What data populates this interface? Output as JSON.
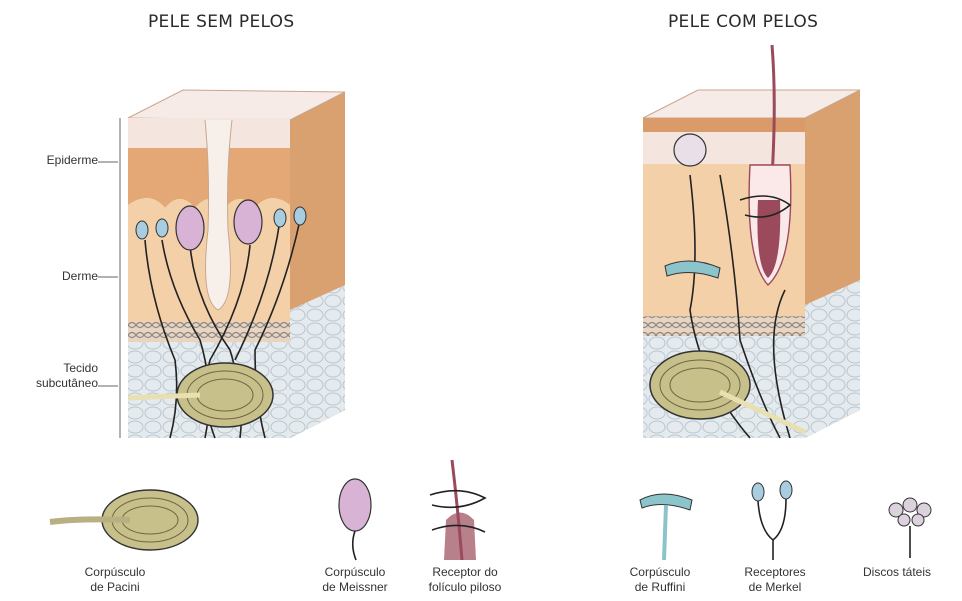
{
  "titles": {
    "left": "PELE SEM PELOS",
    "right": "PELE COM PELOS"
  },
  "layers": {
    "epidermis": "Epiderme",
    "dermis": "Derme",
    "subcutaneous_1": "Tecido",
    "subcutaneous_2": "subcutâneo"
  },
  "receptors": [
    {
      "line1": "Corpúsculo",
      "line2": "de Pacini"
    },
    {
      "line1": "Corpúsculo",
      "line2": "de Meissner"
    },
    {
      "line1": "Receptor do",
      "line2": "folículo piloso"
    },
    {
      "line1": "Corpúsculo",
      "line2": "de Ruffini"
    },
    {
      "line1": "Receptores",
      "line2": "de Merkel"
    },
    {
      "line1": "Discos táteis",
      "line2": ""
    }
  ],
  "colors": {
    "epidermis_top": "#f4e6de",
    "epidermis": "#e8b88a",
    "dermis": "#f2cfa4",
    "subcutaneous": "#dfe6ea",
    "pacini": "#c8c08a",
    "meissner": "#c9a0c8",
    "ruffini": "#8cc4cc",
    "merkel": "#a9cde0",
    "hair": "#9a4a5a"
  }
}
